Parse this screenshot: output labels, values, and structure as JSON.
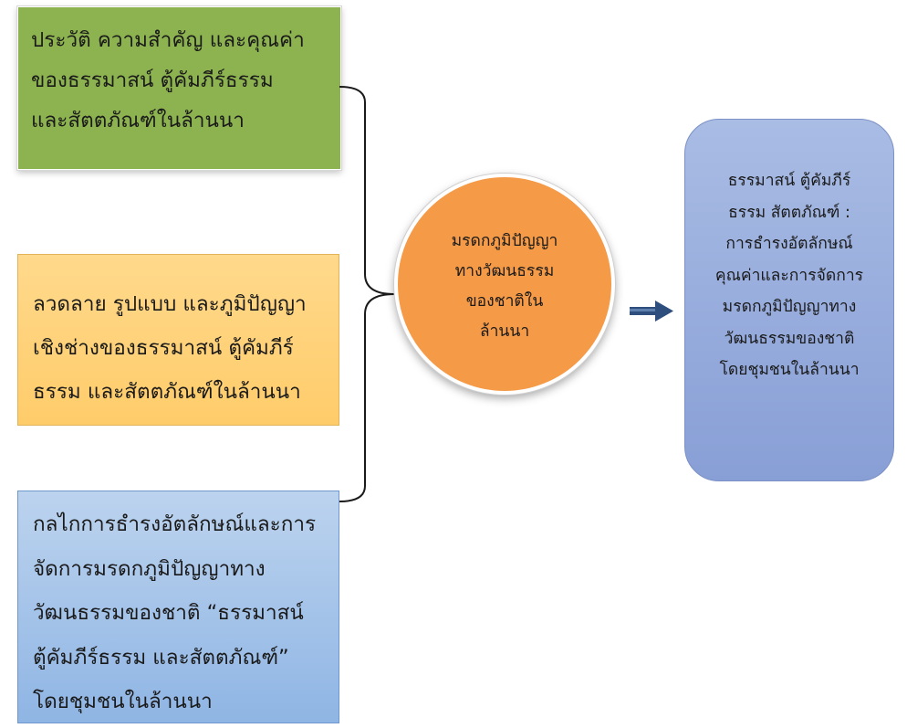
{
  "boxes": {
    "history": "ประวัติ ความสำคัญ และคุณค่า\nของธรรมาสน์ ตู้คัมภีร์ธรรม\nและสัตตภัณฑ์ในล้านนา",
    "patterns": "ลวดลาย รูปแบบ และภูมิปัญญา\nเชิงช่างของธรรมาสน์ ตู้คัมภีร์\nธรรม และสัตตภัณฑ์ในล้านนา",
    "mechanisms": "กลไกการธำรงอัตลักษณ์และการ\nจัดการมรดกภูมิปัญญาทาง\nวัฒนธรรมของชาติ “ธรรมาสน์\nตู้คัมภีร์ธรรม และสัตตภัณฑ์”\nโดยชุมชนในล้านนา"
  },
  "center": {
    "label": "มรดกภูมิปัญญา\nทางวัฒนธรรม\nของชาติใน\nล้านนา"
  },
  "result": {
    "label": "ธรรมาสน์ ตู้คัมภีร์\nธรรม สัตตภัณฑ์ :\nการธำรงอัตลักษณ์\nคุณค่าและการจัดการ\nมรดกภูมิปัญญาทาง\nวัฒนธรรมของชาติ\nโดยชุมชนในล้านนา"
  },
  "colors": {
    "green_box": "#8db350",
    "orange_box": "#ffcc6a",
    "blue_box": "#9dbde7",
    "circle": "#f59a47",
    "result_box": "#96abdc",
    "arrow": "#2e4f7e"
  }
}
